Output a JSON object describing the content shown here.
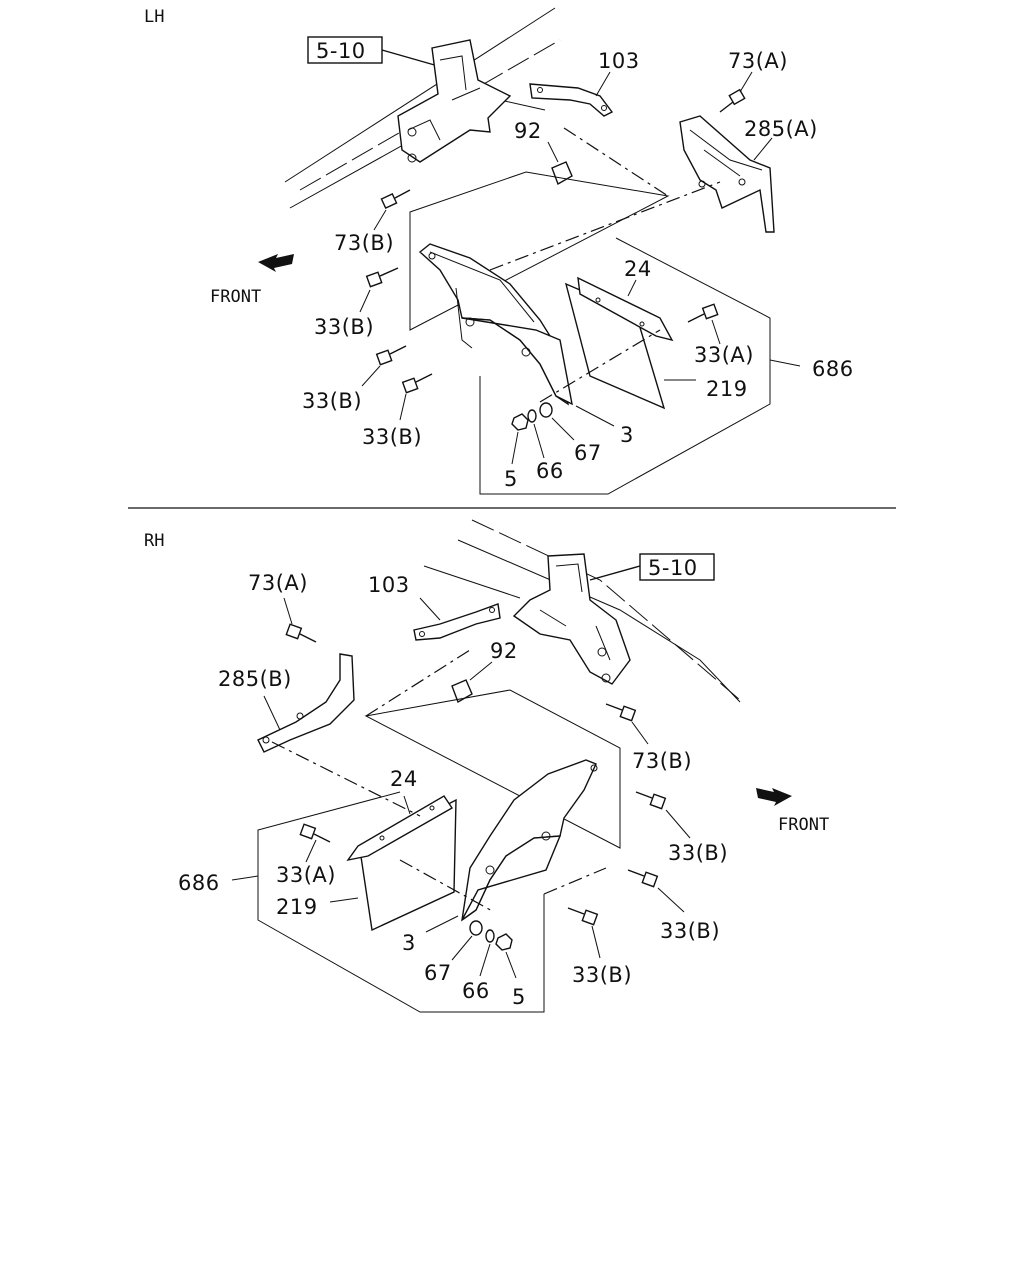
{
  "sections": {
    "lh": {
      "title": "LH",
      "ref": "5-10",
      "front": "FRONT",
      "callouts": {
        "c103": "103",
        "c73a": "73(A)",
        "c285a": "285(A)",
        "c92": "92",
        "c73b": "73(B)",
        "c24": "24",
        "c33b_1": "33(B)",
        "c33a": "33(A)",
        "c686": "686",
        "c33b_2": "33(B)",
        "c219": "219",
        "c33b_3": "33(B)",
        "c3": "3",
        "c67": "67",
        "c66": "66",
        "c5": "5"
      }
    },
    "rh": {
      "title": "RH",
      "ref": "5-10",
      "front": "FRONT",
      "callouts": {
        "c73a": "73(A)",
        "c103": "103",
        "c92": "92",
        "c285b": "285(B)",
        "c73b": "73(B)",
        "c24": "24",
        "c33b_1": "33(B)",
        "c686": "686",
        "c33a": "33(A)",
        "c219": "219",
        "c33b_2": "33(B)",
        "c3": "3",
        "c33b_3": "33(B)",
        "c67": "67",
        "c66": "66",
        "c5": "5"
      }
    }
  }
}
